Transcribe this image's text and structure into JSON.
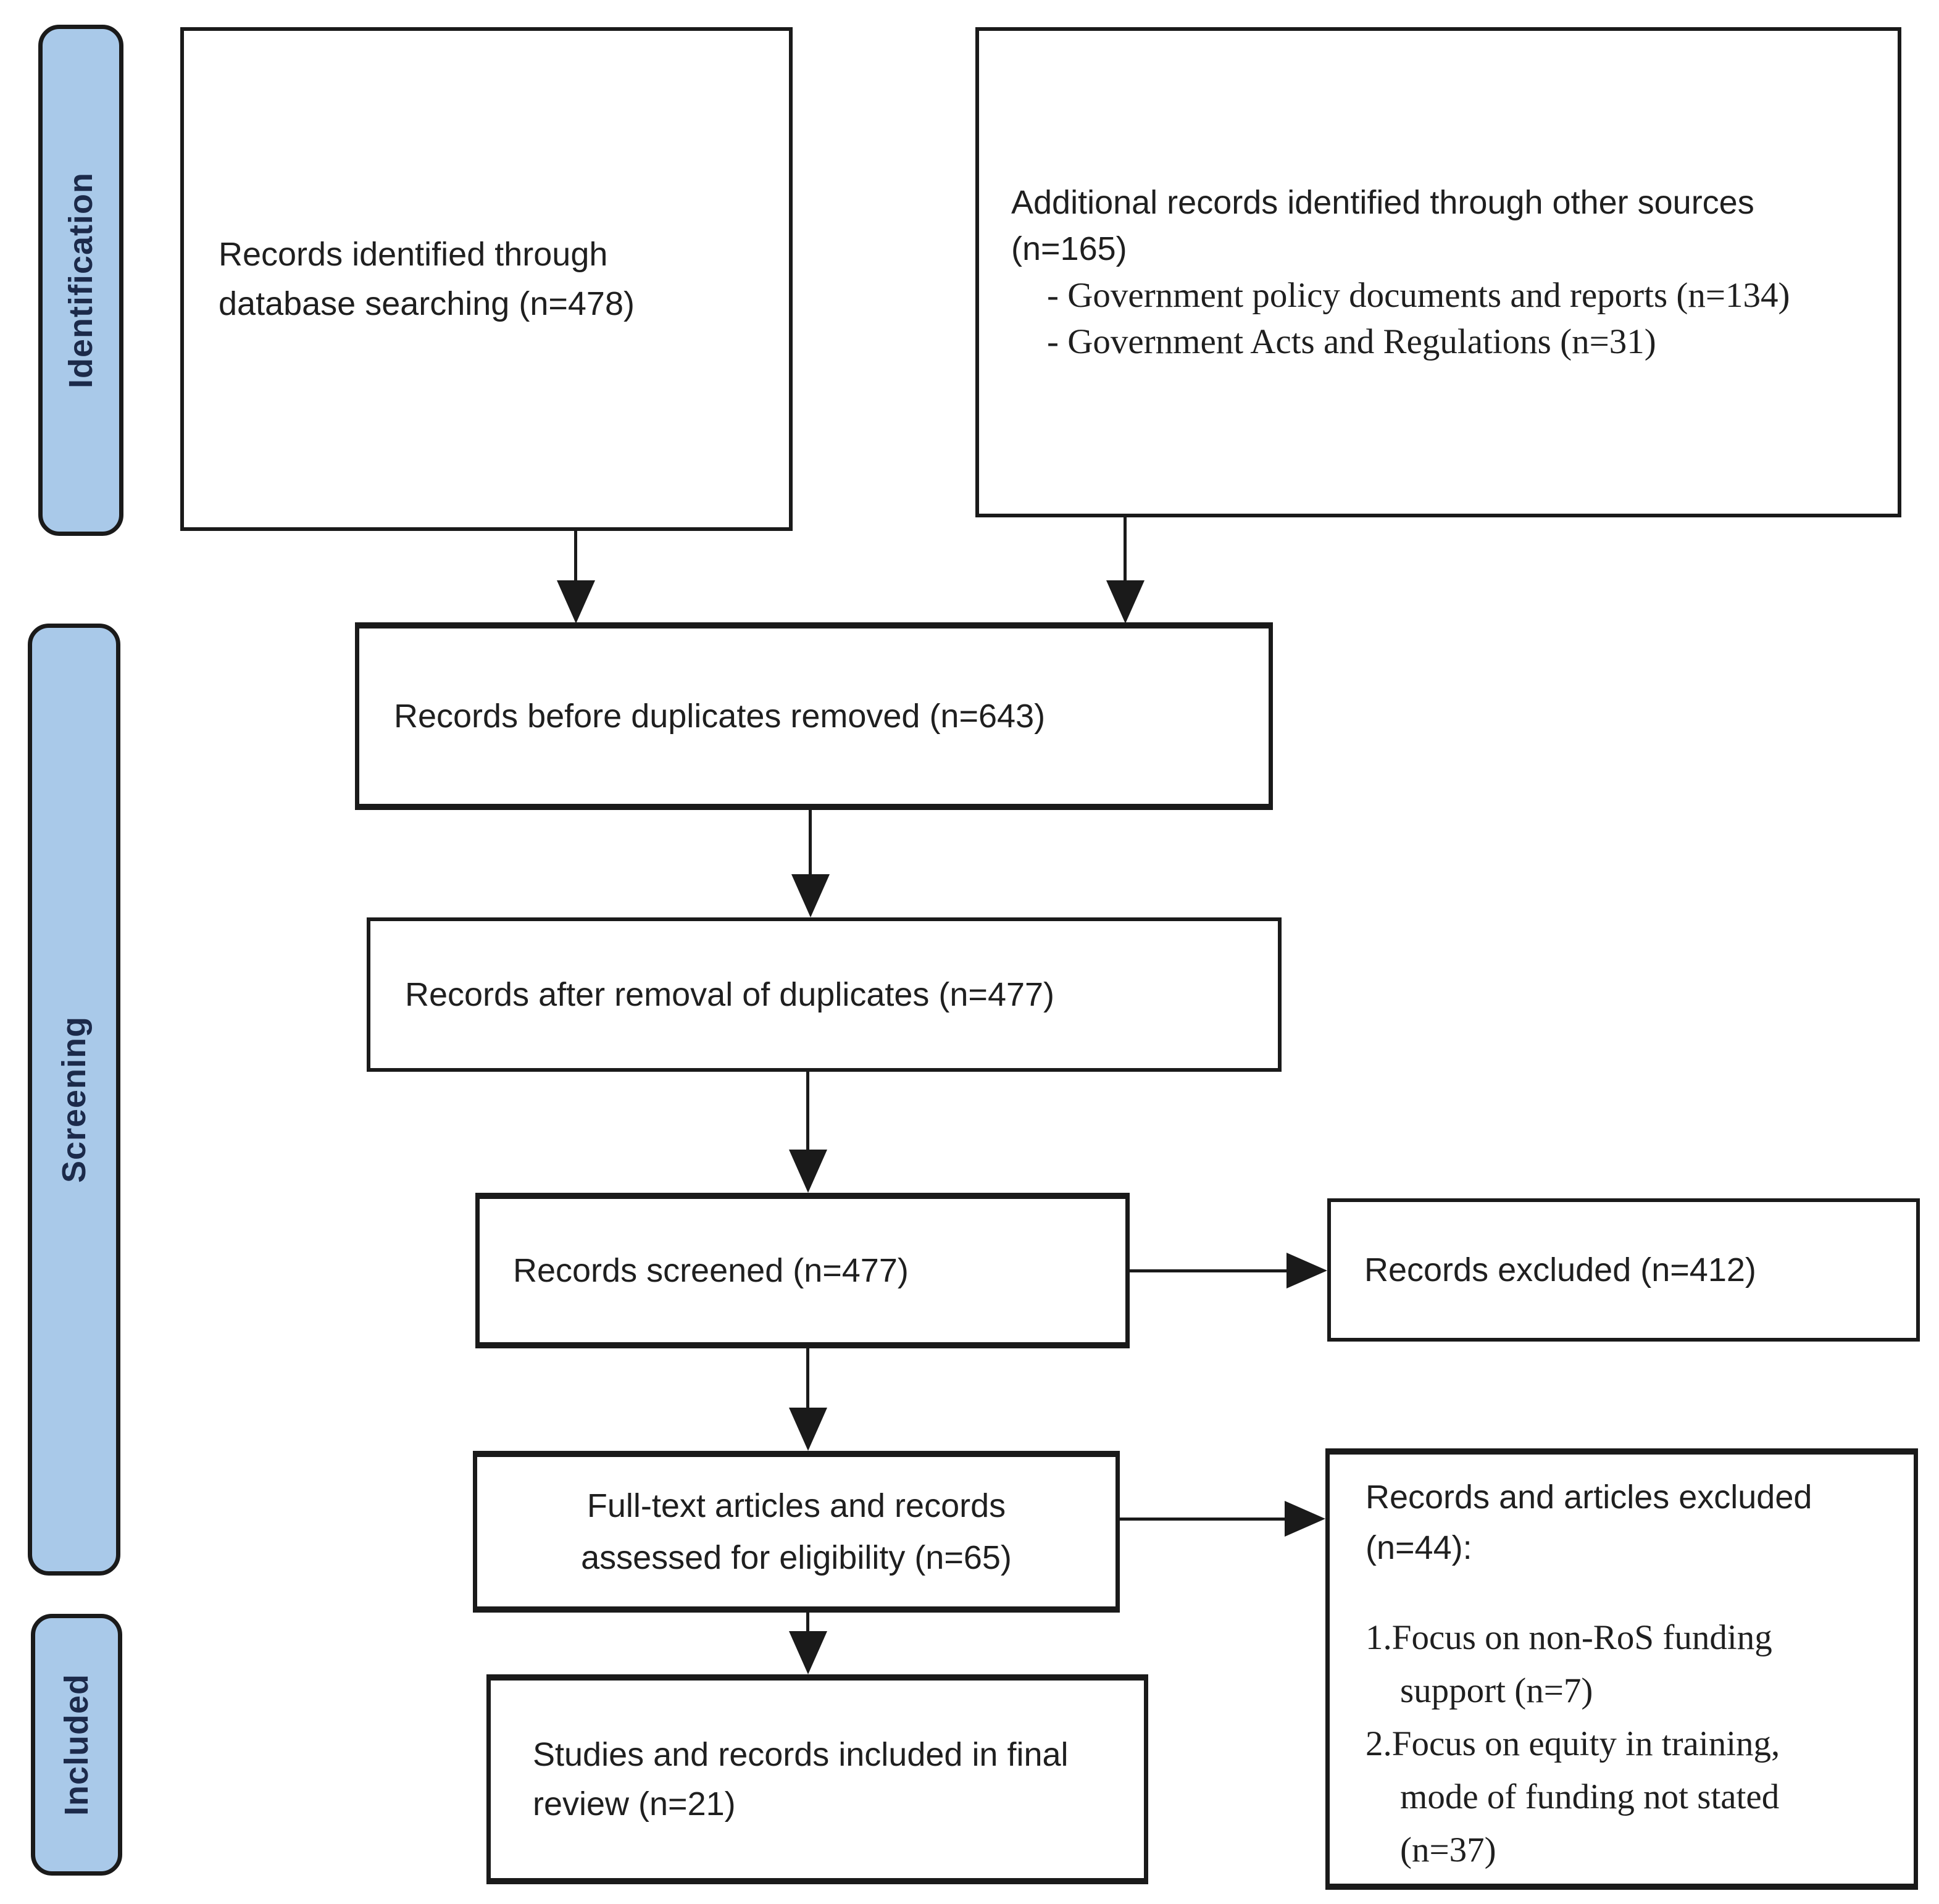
{
  "stages": {
    "identification": "Identification",
    "screening": "Screening",
    "included": "Included"
  },
  "boxes": {
    "records_identified": {
      "lines": [
        "Records identified through",
        "database searching (n=478)"
      ]
    },
    "additional_records": {
      "header_lines": [
        "Additional records identified through other sources",
        "(n=165)"
      ],
      "bullets": [
        "- Government policy documents and reports (n=134)",
        "- Government Acts and Regulations (n=31)"
      ]
    },
    "before_duplicates": {
      "text": "Records before duplicates removed (n=643)"
    },
    "after_duplicates": {
      "text": "Records after removal of duplicates (n=477)"
    },
    "records_screened": {
      "text": "Records screened (n=477)"
    },
    "records_excluded": {
      "text": "Records excluded (n=412)"
    },
    "fulltext_assessed": {
      "lines": [
        "Full-text articles and records",
        "assessed for eligibility (n=65)"
      ]
    },
    "articles_excluded": {
      "header_lines": [
        "Records and articles excluded",
        "(n=44):"
      ],
      "items": [
        {
          "lines": [
            "1.Focus on non-RoS funding",
            "support (n=7)"
          ]
        },
        {
          "lines": [
            "2.Focus on equity in training,",
            "mode of funding not stated",
            "(n=37)"
          ]
        }
      ]
    },
    "included_final": {
      "lines": [
        "Studies and records included in final",
        "review (n=21)"
      ]
    }
  },
  "colors": {
    "background": "#ffffff",
    "stage_fill": "#a9c9e9",
    "stage_border": "#1a1a1a",
    "stage_text": "#1c2a4a",
    "box_border": "#1a1a1a",
    "text": "#1f1f1f"
  }
}
